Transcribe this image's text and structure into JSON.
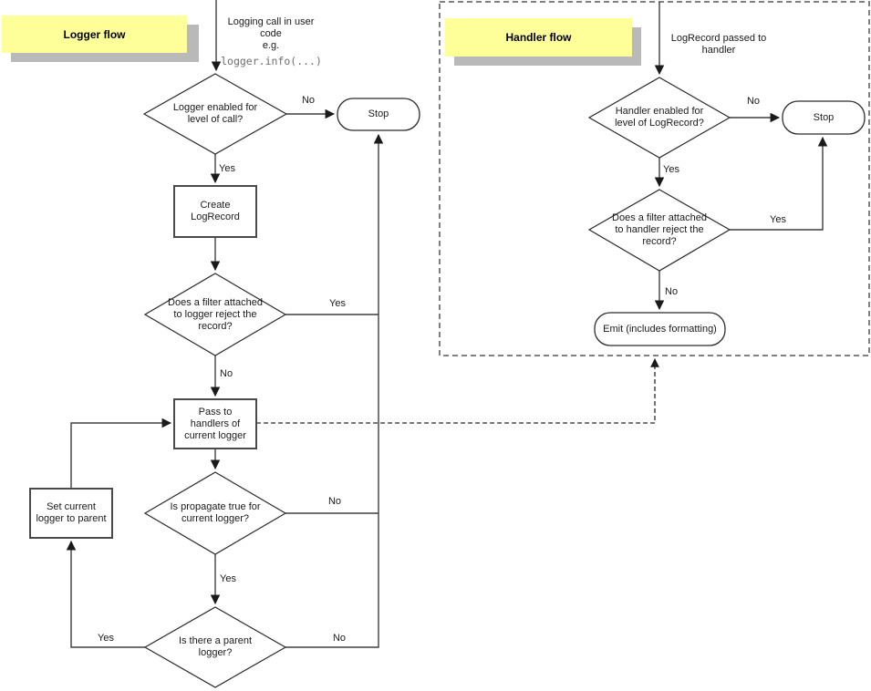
{
  "labels": {
    "yes": "Yes",
    "no": "No"
  },
  "logger": {
    "title": "Logger flow",
    "entry_text": "Logging call in user\ncode\ne.g.",
    "entry_code": "logger.info(...)",
    "enabled_q": "Logger enabled for\nlevel of call?",
    "stop": "Stop",
    "create_box": "Create\nLogRecord",
    "filter_q": "Does a filter attached\nto logger reject the\nrecord?",
    "pass_box": "Pass to\nhandlers of\ncurrent logger",
    "propagate_q": "Is propagate true for\ncurrent logger?",
    "parent_q": "Is there a parent\nlogger?",
    "set_parent_box": "Set current\nlogger to parent"
  },
  "handler": {
    "title": "Handler flow",
    "entry_text": "LogRecord passed to\nhandler",
    "enabled_q": "Handler enabled for\nlevel of LogRecord?",
    "stop": "Stop",
    "filter_q": "Does a filter attached\nto handler reject the\nrecord?",
    "emit": "Emit (includes formatting)"
  },
  "colors": {
    "note_fill": "#ffff99",
    "note_shadow": "#b9b9b9",
    "line_stroke": "#3f3f3f",
    "code_text": "#6e6e6e"
  }
}
